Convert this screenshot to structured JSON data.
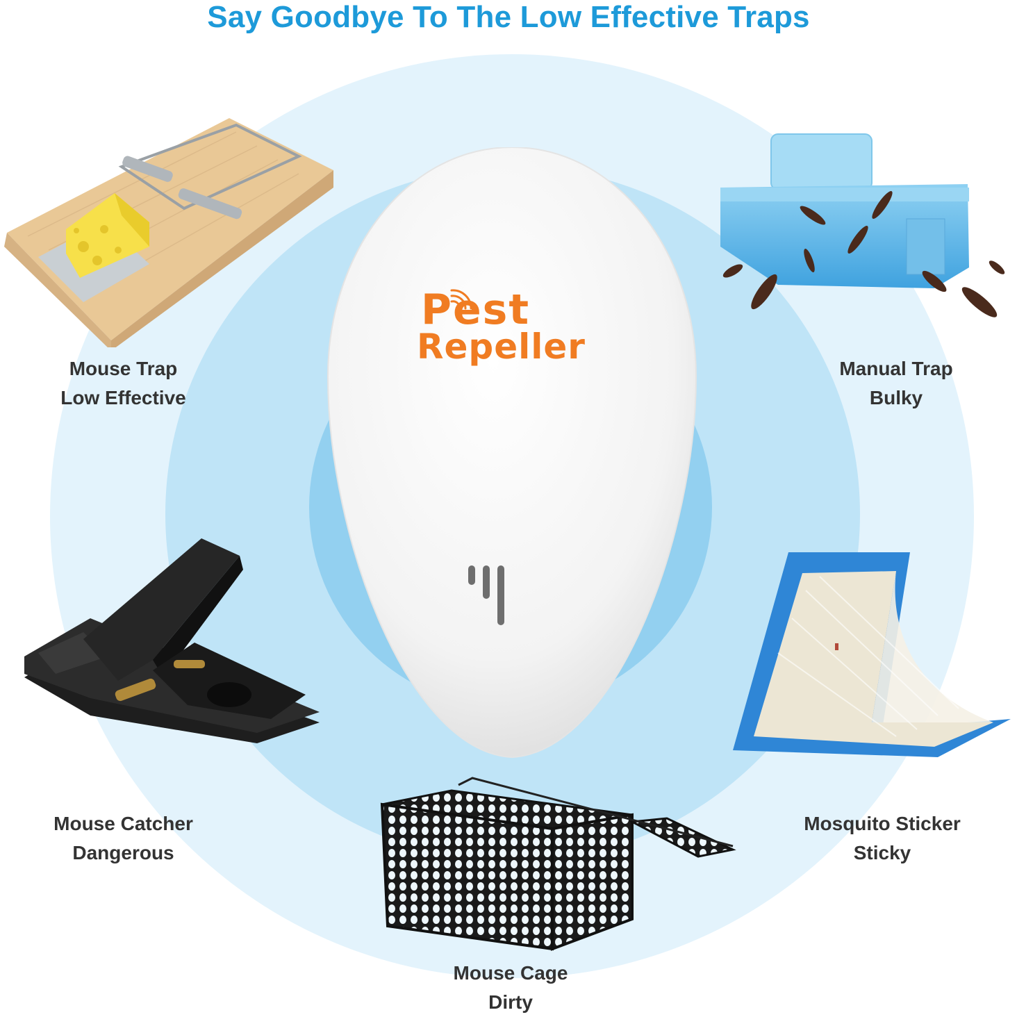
{
  "header": {
    "title": "Say Goodbye To The Low Effective Traps"
  },
  "colors": {
    "title": "#1d9ad9",
    "label_text": "#333333",
    "logo_orange": "#f07c22",
    "ring_outer": "#e3f3fc",
    "ring_mid": "#bfe4f7",
    "ring_inner": "#93d0f0",
    "device_white": "#f6f6f6"
  },
  "product": {
    "logo_line1": "Pest",
    "logo_line2": "Repeller",
    "icon": "sound-wave-icon",
    "speaker_icon": "speaker-slots-icon"
  },
  "traps": [
    {
      "id": "mouse-trap",
      "name": "Mouse Trap",
      "drawback": "Low Effective",
      "icon": "wooden-snap-trap-with-cheese"
    },
    {
      "id": "manual-trap",
      "name": "Manual Trap",
      "drawback": "Bulky",
      "icon": "blue-cockroach-box-trap"
    },
    {
      "id": "mouse-catcher",
      "name": "Mouse Catcher",
      "drawback": "Dangerous",
      "icon": "black-plastic-snap-trap"
    },
    {
      "id": "mosquito-sticker",
      "name": "Mosquito Sticker",
      "drawback": "Sticky",
      "icon": "blue-glue-board"
    },
    {
      "id": "mouse-cage",
      "name": "Mouse Cage",
      "drawback": "Dirty",
      "icon": "black-wire-cage"
    }
  ]
}
